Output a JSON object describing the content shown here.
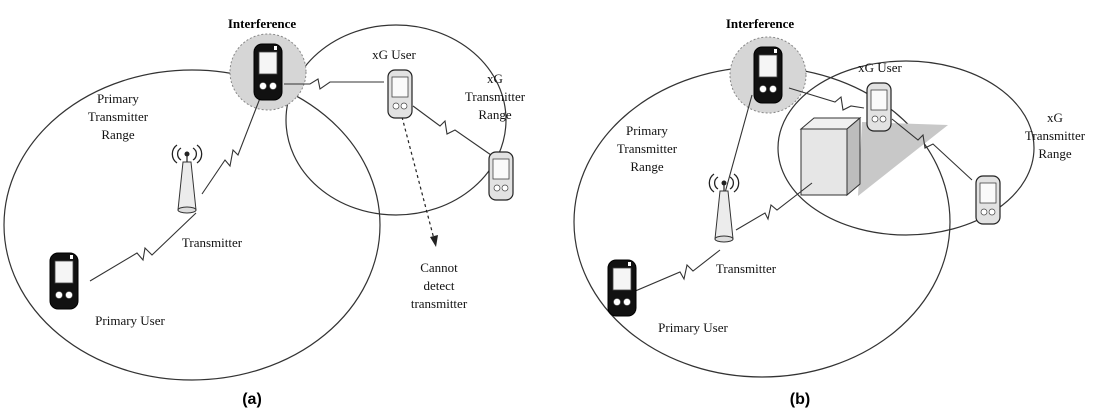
{
  "panels": [
    {
      "id": "a",
      "caption": "(a)",
      "labels": {
        "interference": "Interference",
        "xg_user": "xG User",
        "xg_range_l1": "xG",
        "xg_range_l2": "Transmitter",
        "xg_range_l3": "Range",
        "primary_range_l1": "Primary",
        "primary_range_l2": "Transmitter",
        "primary_range_l3": "Range",
        "transmitter": "Transmitter",
        "primary_user": "Primary User",
        "cannot_l1": "Cannot",
        "cannot_l2": "detect",
        "cannot_l3": "transmitter"
      }
    },
    {
      "id": "b",
      "caption": "(b)",
      "labels": {
        "interference": "Interference",
        "xg_user": "xG User",
        "xg_range_l1": "xG",
        "xg_range_l2": "Transmitter",
        "xg_range_l3": "Range",
        "primary_range_l1": "Primary",
        "primary_range_l2": "Transmitter",
        "primary_range_l3": "Range",
        "transmitter": "Transmitter",
        "primary_user": "Primary User"
      }
    }
  ],
  "colors": {
    "interference_fill": "#d6d6d6",
    "shadow_fill": "#c8c8c8",
    "primary_device": "#111111",
    "xg_device": "#d9d9d9",
    "building_front": "#e6e6e6",
    "building_side": "#bdbdbd"
  }
}
